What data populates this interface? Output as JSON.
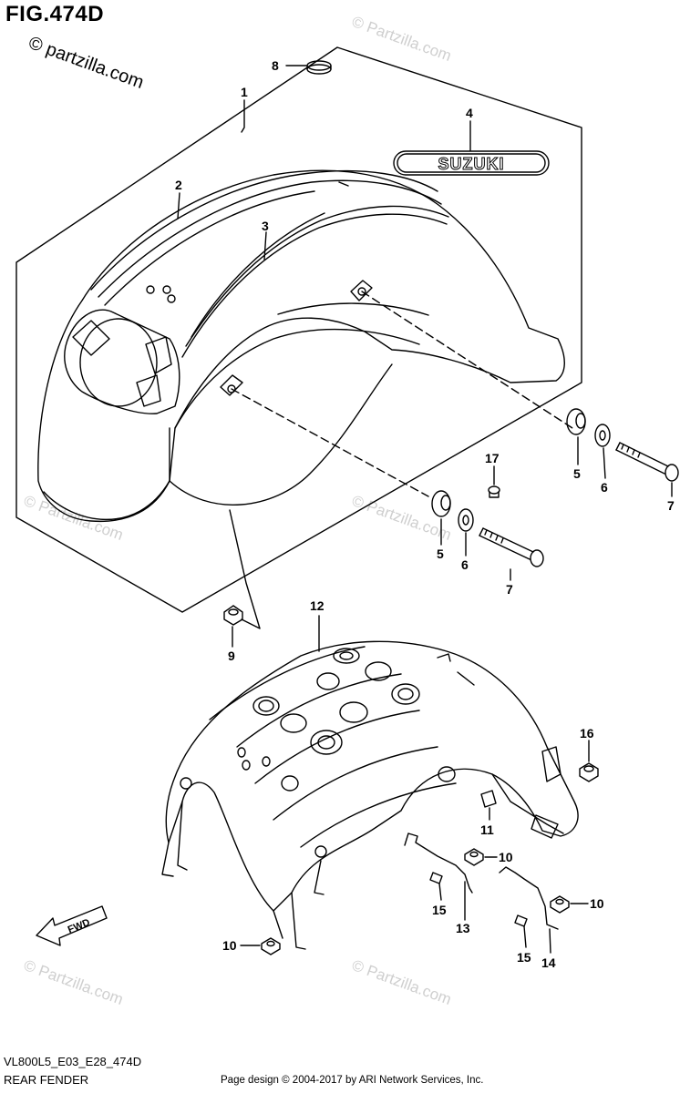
{
  "figure": {
    "title": "FIG.474D"
  },
  "watermark": {
    "brand": "© partzilla.com",
    "faint": "© Partzilla.com"
  },
  "logo": {
    "text": "SUZUKI"
  },
  "fwd_arrow": {
    "text": "FWD"
  },
  "callouts": [
    {
      "id": "c1",
      "label": "1"
    },
    {
      "id": "c2",
      "label": "2"
    },
    {
      "id": "c3",
      "label": "3"
    },
    {
      "id": "c4",
      "label": "4"
    },
    {
      "id": "c5a",
      "label": "5"
    },
    {
      "id": "c5b",
      "label": "5"
    },
    {
      "id": "c6a",
      "label": "6"
    },
    {
      "id": "c6b",
      "label": "6"
    },
    {
      "id": "c7a",
      "label": "7"
    },
    {
      "id": "c7b",
      "label": "7"
    },
    {
      "id": "c8",
      "label": "8"
    },
    {
      "id": "c9",
      "label": "9"
    },
    {
      "id": "c10a",
      "label": "10"
    },
    {
      "id": "c10b",
      "label": "10"
    },
    {
      "id": "c10c",
      "label": "10"
    },
    {
      "id": "c11",
      "label": "11"
    },
    {
      "id": "c12",
      "label": "12"
    },
    {
      "id": "c13",
      "label": "13"
    },
    {
      "id": "c14",
      "label": "14"
    },
    {
      "id": "c15a",
      "label": "15"
    },
    {
      "id": "c15b",
      "label": "15"
    },
    {
      "id": "c16",
      "label": "16"
    },
    {
      "id": "c17",
      "label": "17"
    }
  ],
  "footer": {
    "model_code": "VL800L5_E03_E28_474D",
    "section_name": "REAR FENDER",
    "copyright": "Page design © 2004-2017 by ARI Network Services, Inc."
  }
}
